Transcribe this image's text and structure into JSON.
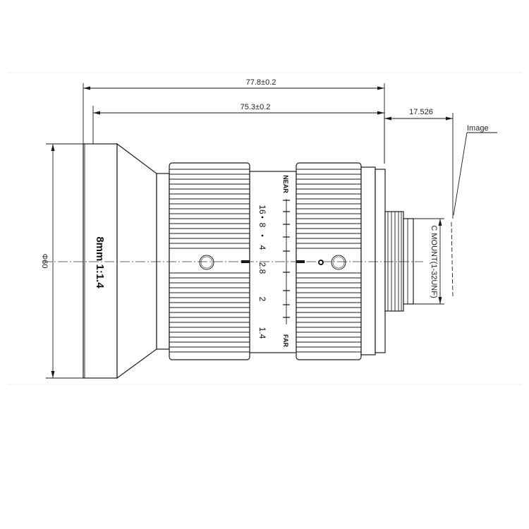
{
  "dimensions": {
    "overall_length": "77.8±0.2",
    "body_length": "75.3±0.2",
    "back_focus": "17.526",
    "diameter": "Φ60"
  },
  "labels": {
    "image_plane": "Image",
    "mount": "C MOUNT(1-32UNF)",
    "lens_spec": "8mm 1:1.4"
  },
  "focus_ring": {
    "near": "NEAR",
    "far": "FAR"
  },
  "aperture_scale": [
    "16",
    "8",
    "4",
    "2.8",
    "2",
    "1.4"
  ]
}
